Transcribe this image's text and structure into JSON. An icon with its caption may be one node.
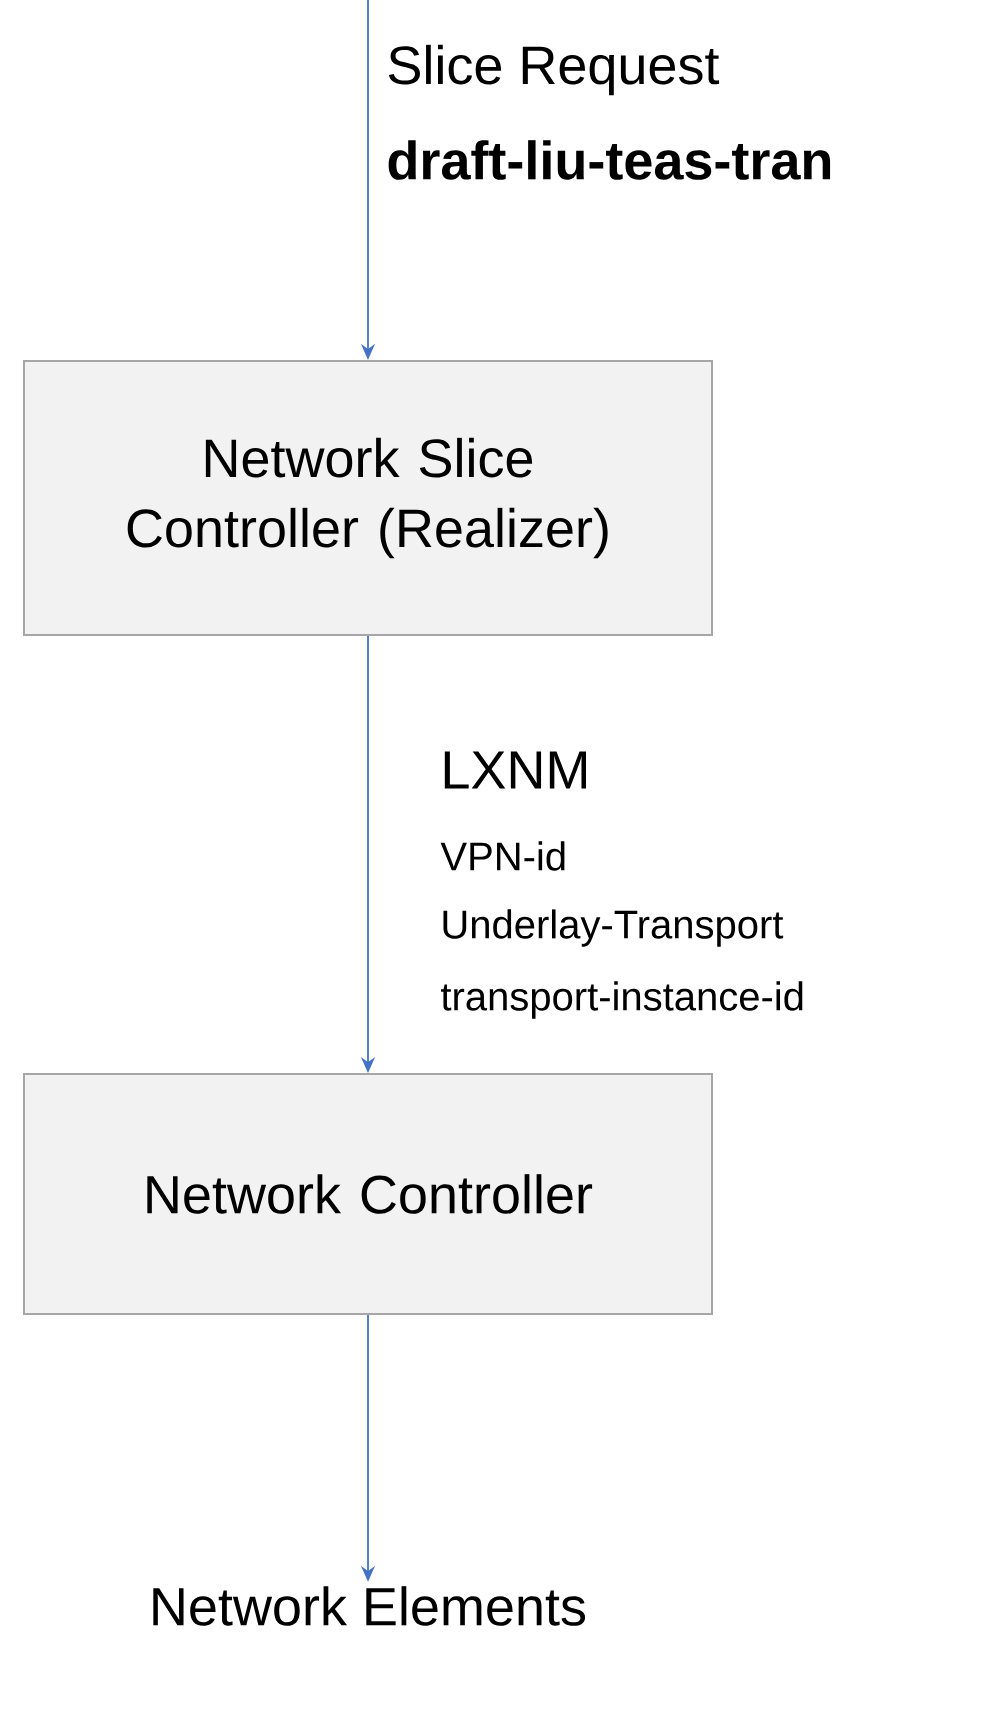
{
  "diagram": {
    "nodes": [
      {
        "text": [
          "Network Slice Controller (Realizer)"
        ]
      },
      {
        "text": [
          "Network Controller"
        ]
      },
      {
        "text": [
          "Network Elements"
        ]
      }
    ],
    "edges": [
      {
        "from": null,
        "to": 0,
        "arrow": "to"
      },
      {
        "from": 0,
        "to": 1,
        "arrow": "to"
      },
      {
        "from": 1,
        "to": 2,
        "arrow": "to"
      }
    ],
    "labels": [
      "Slice Request",
      "draft-liu-teas-tran",
      "LXNM",
      "VPN-id",
      "Underlay-Transport",
      "transport-instance-id"
    ]
  }
}
